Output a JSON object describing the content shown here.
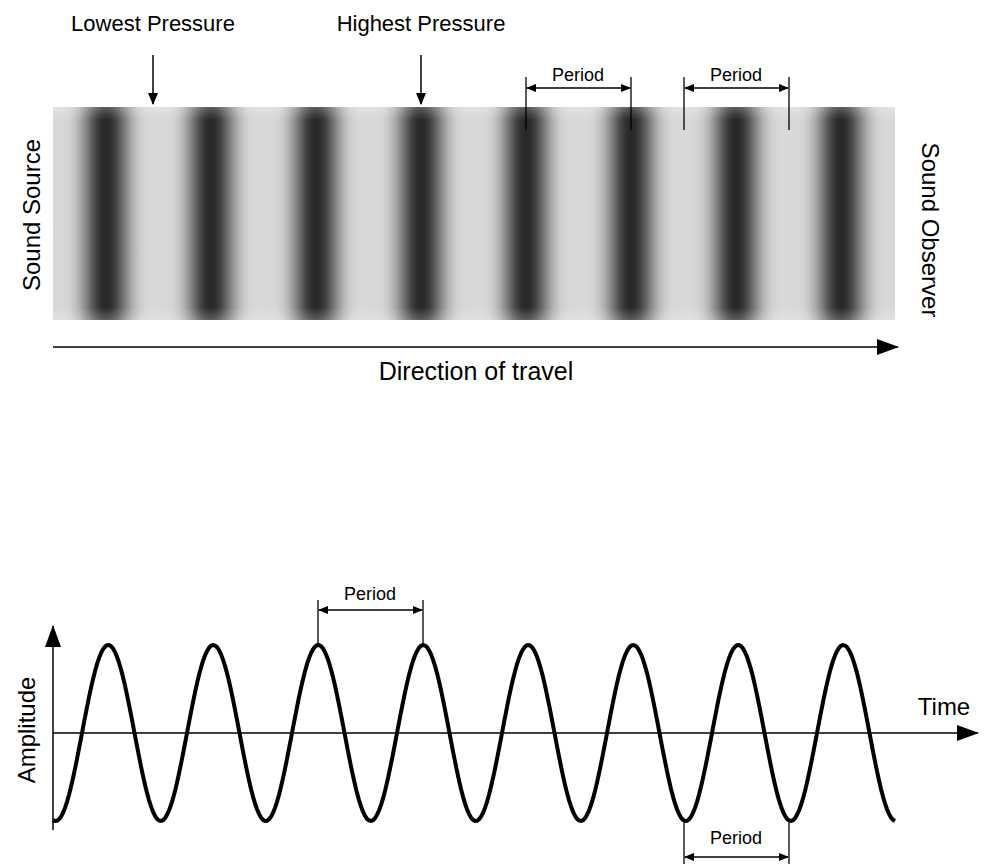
{
  "diagram": {
    "labels": [
      "Lowest Pressure",
      "Highest Pressure",
      "Period",
      "Period",
      "Sound Source",
      "Sound Observer",
      "Direction of travel",
      "Period",
      "Period",
      "Amplitude",
      "Time"
    ]
  }
}
